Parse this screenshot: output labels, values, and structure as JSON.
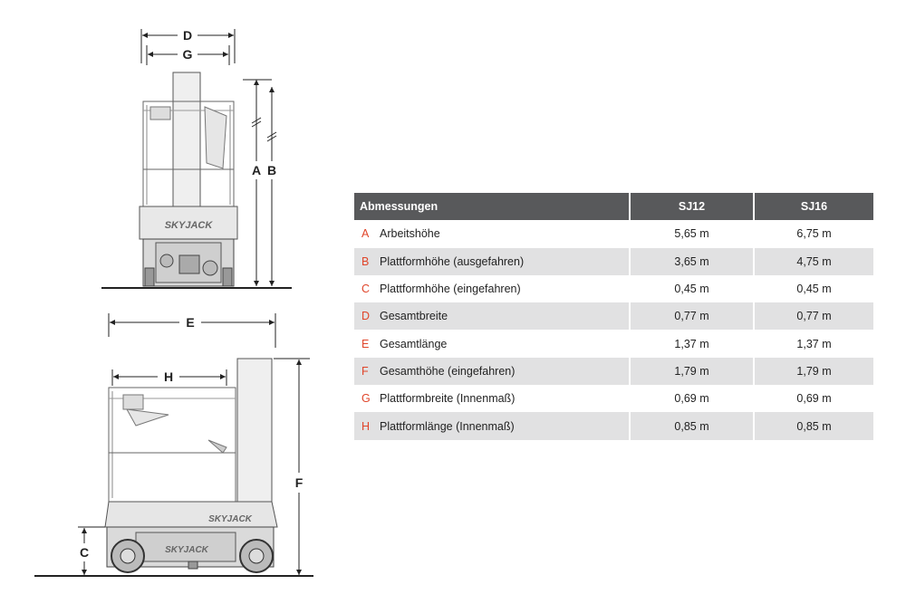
{
  "drawing": {
    "front_labels": {
      "d": "D",
      "g": "G",
      "a": "A",
      "b": "B"
    },
    "side_labels": {
      "e": "E",
      "h": "H",
      "f": "F",
      "c": "C"
    },
    "brand_marks": [
      "SKYJACK",
      "SKYJACK",
      "SKYJACK"
    ]
  },
  "table": {
    "header": {
      "label": "Abmessungen",
      "sj12": "SJ12",
      "sj16": "SJ16"
    },
    "rows": [
      {
        "letter": "A",
        "label": "Arbeitshöhe",
        "sj12": "5,65 m",
        "sj16": "6,75 m"
      },
      {
        "letter": "B",
        "label": "Plattformhöhe (ausgefahren)",
        "sj12": "3,65 m",
        "sj16": "4,75 m"
      },
      {
        "letter": "C",
        "label": "Plattformhöhe (eingefahren)",
        "sj12": "0,45 m",
        "sj16": "0,45 m"
      },
      {
        "letter": "D",
        "label": "Gesamtbreite",
        "sj12": "0,77 m",
        "sj16": "0,77 m"
      },
      {
        "letter": "E",
        "label": "Gesamtlänge",
        "sj12": "1,37 m",
        "sj16": "1,37 m"
      },
      {
        "letter": "F",
        "label": "Gesamthöhe (eingefahren)",
        "sj12": "1,79 m",
        "sj16": "1,79 m"
      },
      {
        "letter": "G",
        "label": "Plattformbreite (Innenmaß)",
        "sj12": "0,69 m",
        "sj16": "0,69 m"
      },
      {
        "letter": "H",
        "label": "Plattformlänge (Innenmaß)",
        "sj12": "0,85 m",
        "sj16": "0,85 m"
      }
    ]
  }
}
